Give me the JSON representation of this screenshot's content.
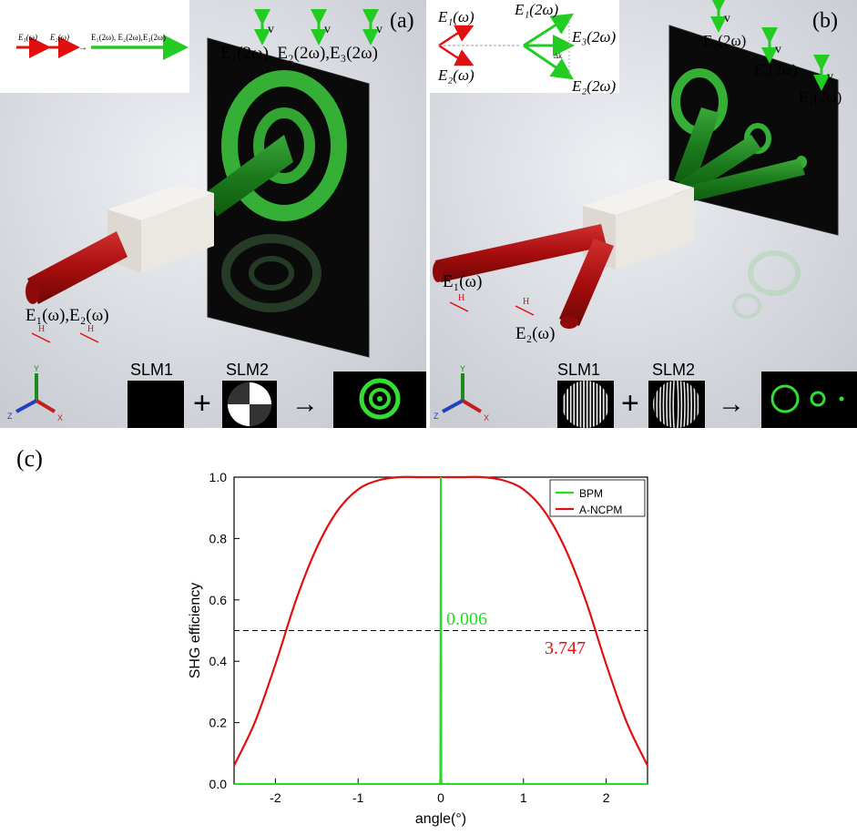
{
  "panel_a": {
    "label": "(a)",
    "inset": {
      "input_1": "E₁(ω)",
      "input_2": "E₂(ω)",
      "arrow": "→",
      "output": "E₁(2ω), E₂(2ω),E₃(2ω)"
    },
    "v_labels": [
      "v",
      "v",
      "v"
    ],
    "output_label": "E₁(2ω), E₂(2ω),E₃(2ω)",
    "input_label": "E₁(ω),E₂(ω)",
    "h_labels": [
      "H",
      "H"
    ],
    "slm1": "SLM1",
    "slm2": "SLM2",
    "plus": "+",
    "arrow": "→",
    "axes": {
      "y": "Y",
      "z": "Z",
      "x": "X"
    }
  },
  "panel_b": {
    "label": "(b)",
    "inset": {
      "e1w": "E₁(ω)",
      "e2w": "E₂(ω)",
      "e1": "E₁(2ω)",
      "e3": "E₃(2ω)",
      "e2": "E₂(2ω)",
      "dk": "Δk"
    },
    "v_labels": [
      "v",
      "v",
      "v"
    ],
    "out_e2": "E₂(2ω)",
    "out_e3": "E₃(2ω)",
    "out_e1": "E₁(2ω)",
    "in_e1": "E₁(ω)",
    "in_e2": "E₂(ω)",
    "h_labels": [
      "H",
      "H"
    ],
    "slm1": "SLM1",
    "slm2": "SLM2",
    "plus": "+",
    "arrow": "→",
    "axes": {
      "y": "Y",
      "z": "Z",
      "x": "X"
    }
  },
  "panel_c": {
    "label": "(c)",
    "annot_bpm": "0.006",
    "annot_ancpm": "3.747"
  },
  "colors": {
    "green": "#22dd22",
    "red": "#e01010",
    "dark_green": "#1e7a1e",
    "dark_red": "#b01010"
  },
  "chart_data": {
    "type": "line",
    "xlabel": "angle(°)",
    "ylabel": "SHG efficiency",
    "xlim": [
      -2.5,
      2.5
    ],
    "ylim": [
      0.0,
      1.0
    ],
    "xticks": [
      -2,
      -1,
      0,
      1,
      2
    ],
    "yticks": [
      0.0,
      0.2,
      0.4,
      0.6,
      0.8,
      1.0
    ],
    "x_tick_labels": [
      "-2",
      "-1",
      "0",
      "1",
      "2"
    ],
    "y_tick_labels": [
      "0.0",
      "0.2",
      "0.4",
      "0.6",
      "0.8",
      "1.0"
    ],
    "legend_position": "top-right",
    "reference_line": {
      "y": 0.5,
      "style": "dashed"
    },
    "series": [
      {
        "name": "BPM",
        "color": "#22dd22",
        "x": [
          -2.5,
          -0.01,
          -0.006,
          -0.003,
          0.0,
          0.003,
          0.006,
          0.01,
          2.5
        ],
        "y": [
          0.0,
          0.0,
          0.02,
          0.5,
          1.0,
          0.5,
          0.02,
          0.0,
          0.0
        ]
      },
      {
        "name": "A-NCPM",
        "color": "#e01010",
        "x": [
          -2.5,
          -2.25,
          -2.0,
          -1.75,
          -1.5,
          -1.25,
          -1.0,
          -0.75,
          -0.5,
          -0.25,
          0.0,
          0.25,
          0.5,
          0.75,
          1.0,
          1.25,
          1.5,
          1.75,
          2.0,
          2.25,
          2.5
        ],
        "y": [
          0.06,
          0.2,
          0.39,
          0.6,
          0.77,
          0.89,
          0.96,
          0.99,
          1.0,
          1.0,
          1.0,
          1.0,
          1.0,
          0.99,
          0.96,
          0.89,
          0.77,
          0.6,
          0.39,
          0.2,
          0.06
        ]
      }
    ]
  }
}
